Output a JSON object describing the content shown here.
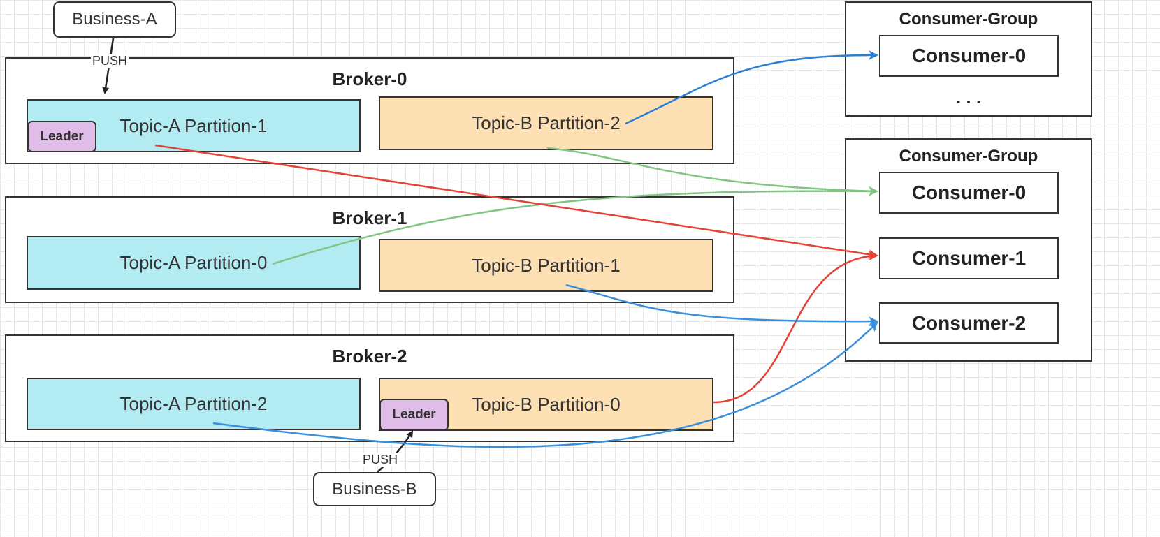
{
  "business_a": {
    "label": "Business-A",
    "push": "PUSH"
  },
  "business_b": {
    "label": "Business-B",
    "push": "PUSH"
  },
  "brokers": [
    {
      "title": "Broker-0",
      "left": {
        "label": "Topic-A Partition-1",
        "leader": "Leader"
      },
      "right": {
        "label": "Topic-B Partition-2"
      }
    },
    {
      "title": "Broker-1",
      "left": {
        "label": "Topic-A Partition-0"
      },
      "right": {
        "label": "Topic-B Partition-1"
      }
    },
    {
      "title": "Broker-2",
      "left": {
        "label": "Topic-A Partition-2"
      },
      "right": {
        "label": "Topic-B Partition-0",
        "leader": "Leader"
      }
    }
  ],
  "consumer_groups": [
    {
      "title": "Consumer-Group",
      "consumers": [
        "Consumer-0"
      ],
      "more": ". . ."
    },
    {
      "title": "Consumer-Group",
      "consumers": [
        "Consumer-0",
        "Consumer-1",
        "Consumer-2"
      ]
    }
  ],
  "colors": {
    "blue": "#2b7fd2",
    "green": "#80c583",
    "red": "#e34234",
    "cyan_fill": "#b3ebf2",
    "tan_fill": "#fde0b4",
    "leader_fill": "#e0bde8"
  }
}
